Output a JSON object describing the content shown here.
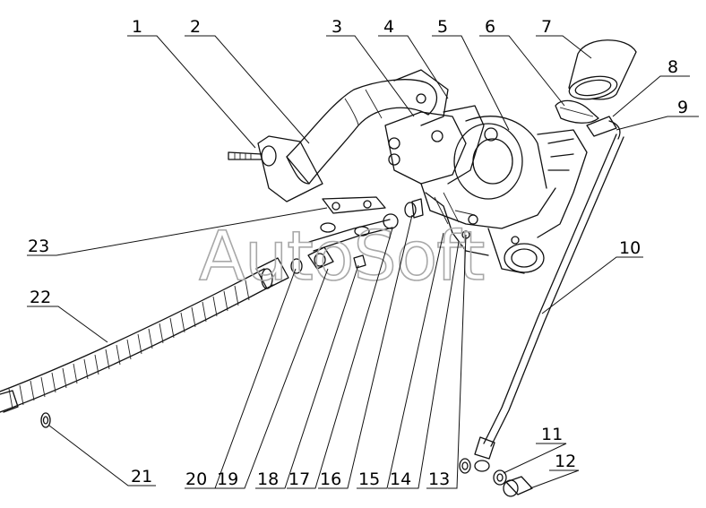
{
  "watermark": "AutoSoft",
  "callouts": [
    {
      "id": "1",
      "label": "1"
    },
    {
      "id": "2",
      "label": "2"
    },
    {
      "id": "3",
      "label": "3"
    },
    {
      "id": "4",
      "label": "4"
    },
    {
      "id": "5",
      "label": "5"
    },
    {
      "id": "6",
      "label": "6"
    },
    {
      "id": "7",
      "label": "7"
    },
    {
      "id": "8",
      "label": "8"
    },
    {
      "id": "9",
      "label": "9"
    },
    {
      "id": "10",
      "label": "10"
    },
    {
      "id": "11",
      "label": "11"
    },
    {
      "id": "12",
      "label": "12"
    },
    {
      "id": "13",
      "label": "13"
    },
    {
      "id": "14",
      "label": "14"
    },
    {
      "id": "15",
      "label": "15"
    },
    {
      "id": "16",
      "label": "16"
    },
    {
      "id": "17",
      "label": "17"
    },
    {
      "id": "18",
      "label": "18"
    },
    {
      "id": "19",
      "label": "19"
    },
    {
      "id": "20",
      "label": "20"
    },
    {
      "id": "21",
      "label": "21"
    },
    {
      "id": "22",
      "label": "22"
    },
    {
      "id": "23",
      "label": "23"
    }
  ]
}
